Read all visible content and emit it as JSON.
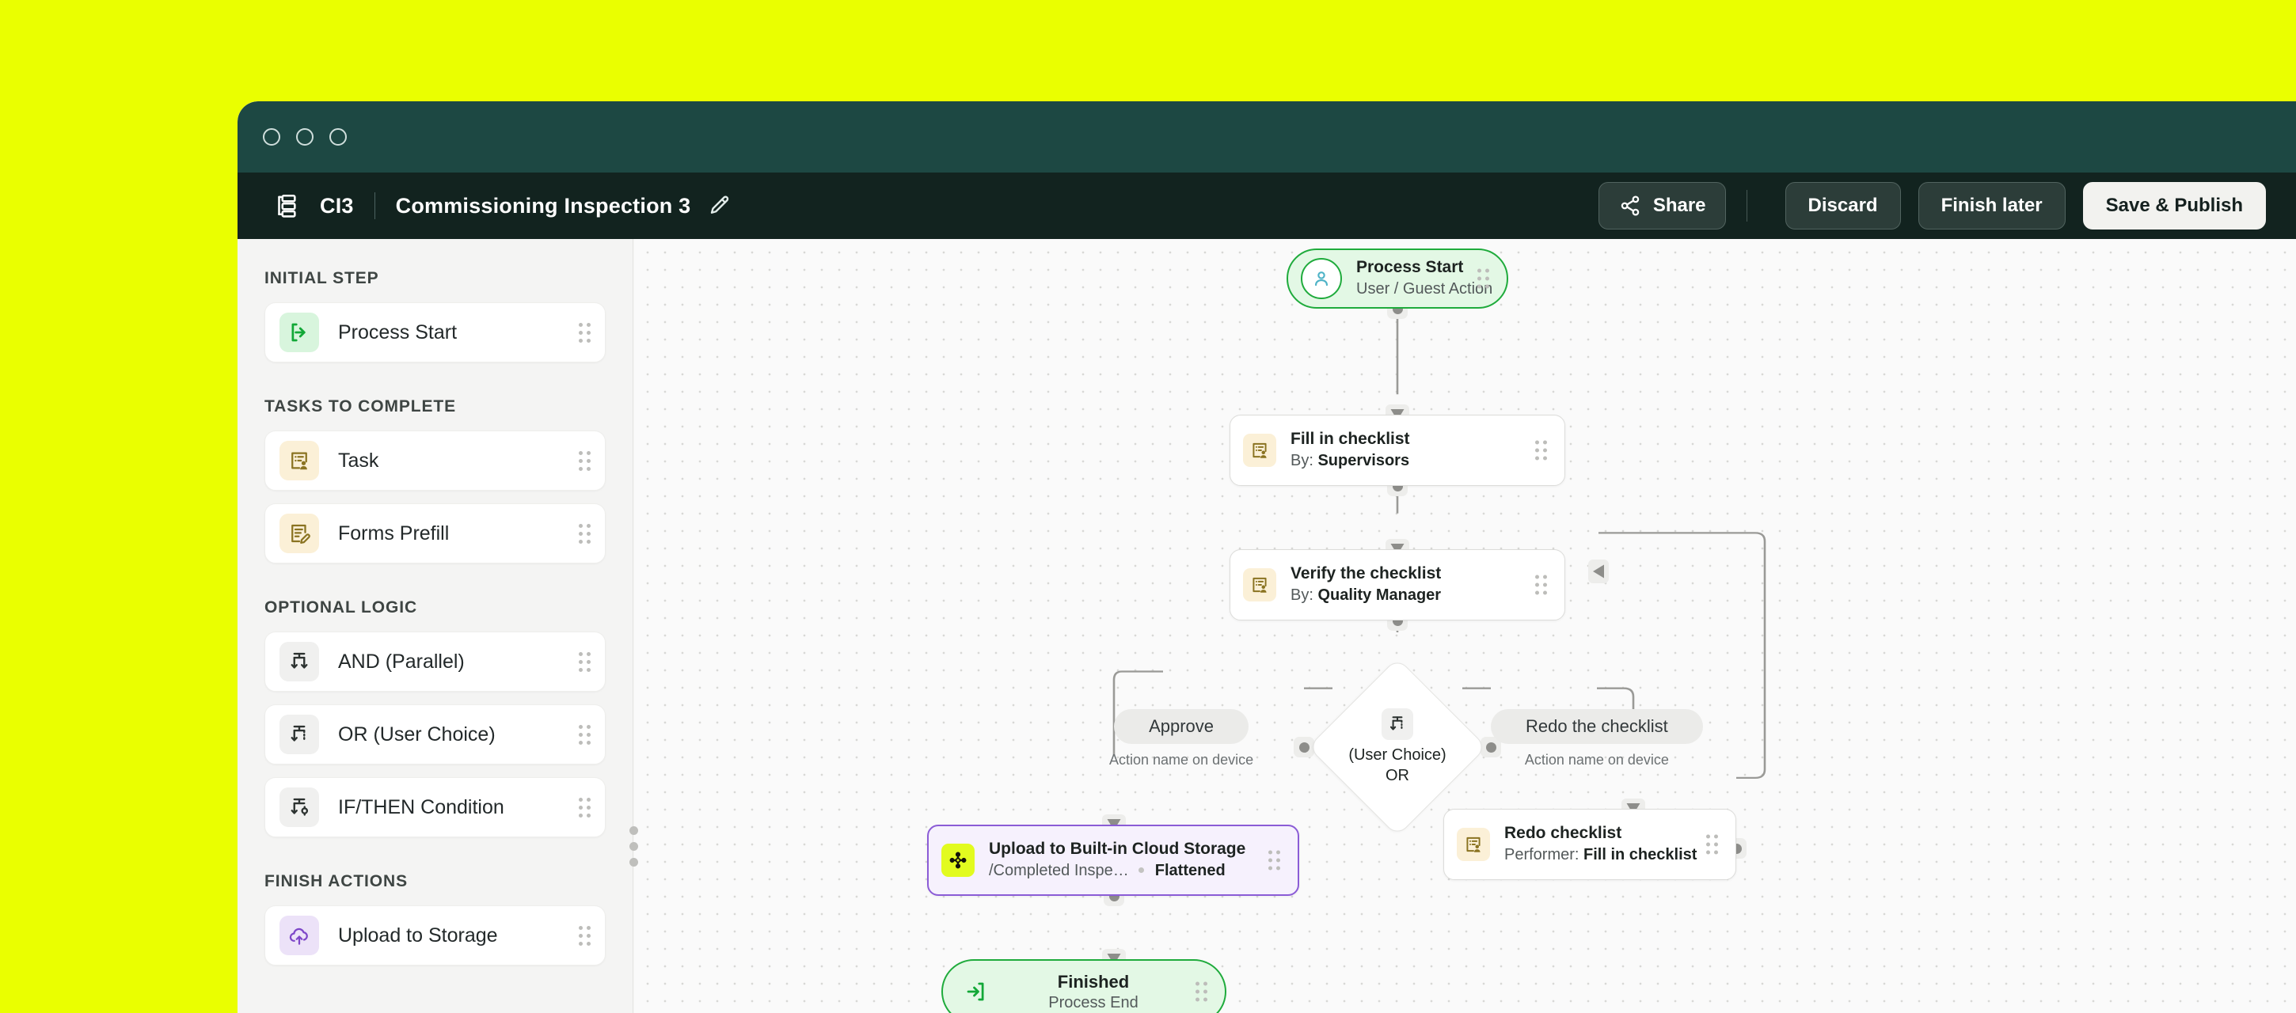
{
  "window": {
    "chrome_buttons": [
      "close",
      "minimize",
      "maximize"
    ],
    "page_background": "#eaff00",
    "chrome_color": "#1d4843",
    "toolbar_color": "#12231f"
  },
  "toolbar": {
    "app_icon": "workflow-icon",
    "code": "CI3",
    "title": "Commissioning Inspection 3",
    "edit_icon": "pencil-icon",
    "share_icon": "share-icon",
    "share_label": "Share",
    "discard_label": "Discard",
    "finish_later_label": "Finish later",
    "save_publish_label": "Save & Publish"
  },
  "sidebar": {
    "sections": [
      {
        "heading": "INITIAL STEP",
        "items": [
          {
            "label": "Process Start",
            "icon": "process-start-icon",
            "icon_theme": "green"
          }
        ]
      },
      {
        "heading": "TASKS TO COMPLETE",
        "items": [
          {
            "label": "Task",
            "icon": "task-icon",
            "icon_theme": "amber"
          },
          {
            "label": "Forms Prefill",
            "icon": "forms-prefill-icon",
            "icon_theme": "amber"
          }
        ]
      },
      {
        "heading": "OPTIONAL LOGIC",
        "items": [
          {
            "label": "AND (Parallel)",
            "icon": "and-parallel-icon",
            "icon_theme": "grey"
          },
          {
            "label": "OR (User Choice)",
            "icon": "or-user-choice-icon",
            "icon_theme": "grey"
          },
          {
            "label": "IF/THEN Condition",
            "icon": "if-then-condition-icon",
            "icon_theme": "grey"
          }
        ]
      },
      {
        "heading": "FINISH ACTIONS",
        "items": [
          {
            "label": "Upload to Storage",
            "icon": "cloud-upload-icon",
            "icon_theme": "purple"
          }
        ]
      }
    ],
    "resize_handle": "sidebar-resize-handle"
  },
  "canvas": {
    "nodes": {
      "process_start": {
        "title": "Process Start",
        "subtitle": "User / Guest Action",
        "icon": "user-avatar-icon",
        "accent": "#1fab3c"
      },
      "fill_in_checklist": {
        "title": "Fill in checklist",
        "sub_prefix": "By:",
        "sub_value": "Supervisors",
        "icon": "task-icon"
      },
      "verify_the_checklist": {
        "title": "Verify the checklist",
        "sub_prefix": "By:",
        "sub_value": "Quality Manager",
        "icon": "task-icon"
      },
      "user_choice_gateway": {
        "line1": "(User Choice)",
        "line2": "OR",
        "icon": "or-user-choice-icon"
      },
      "branch_approve": {
        "label": "Approve",
        "caption": "Action name on device"
      },
      "branch_redo": {
        "label": "Redo the checklist",
        "caption": "Action name on device"
      },
      "upload_storage": {
        "title": "Upload to Built-in Cloud Storage",
        "sub_path": "/Completed Inspe…",
        "sub_mode": "Flattened",
        "icon": "cloud-storage-icon",
        "accent": "#8b5cd6"
      },
      "redo_checklist": {
        "title": "Redo checklist",
        "sub_prefix": "Performer:",
        "sub_value": "Fill in checklist",
        "icon": "task-icon"
      },
      "finished": {
        "title": "Finished",
        "subtitle": "Process End",
        "icon": "process-end-icon",
        "accent": "#1fab3c"
      }
    }
  }
}
